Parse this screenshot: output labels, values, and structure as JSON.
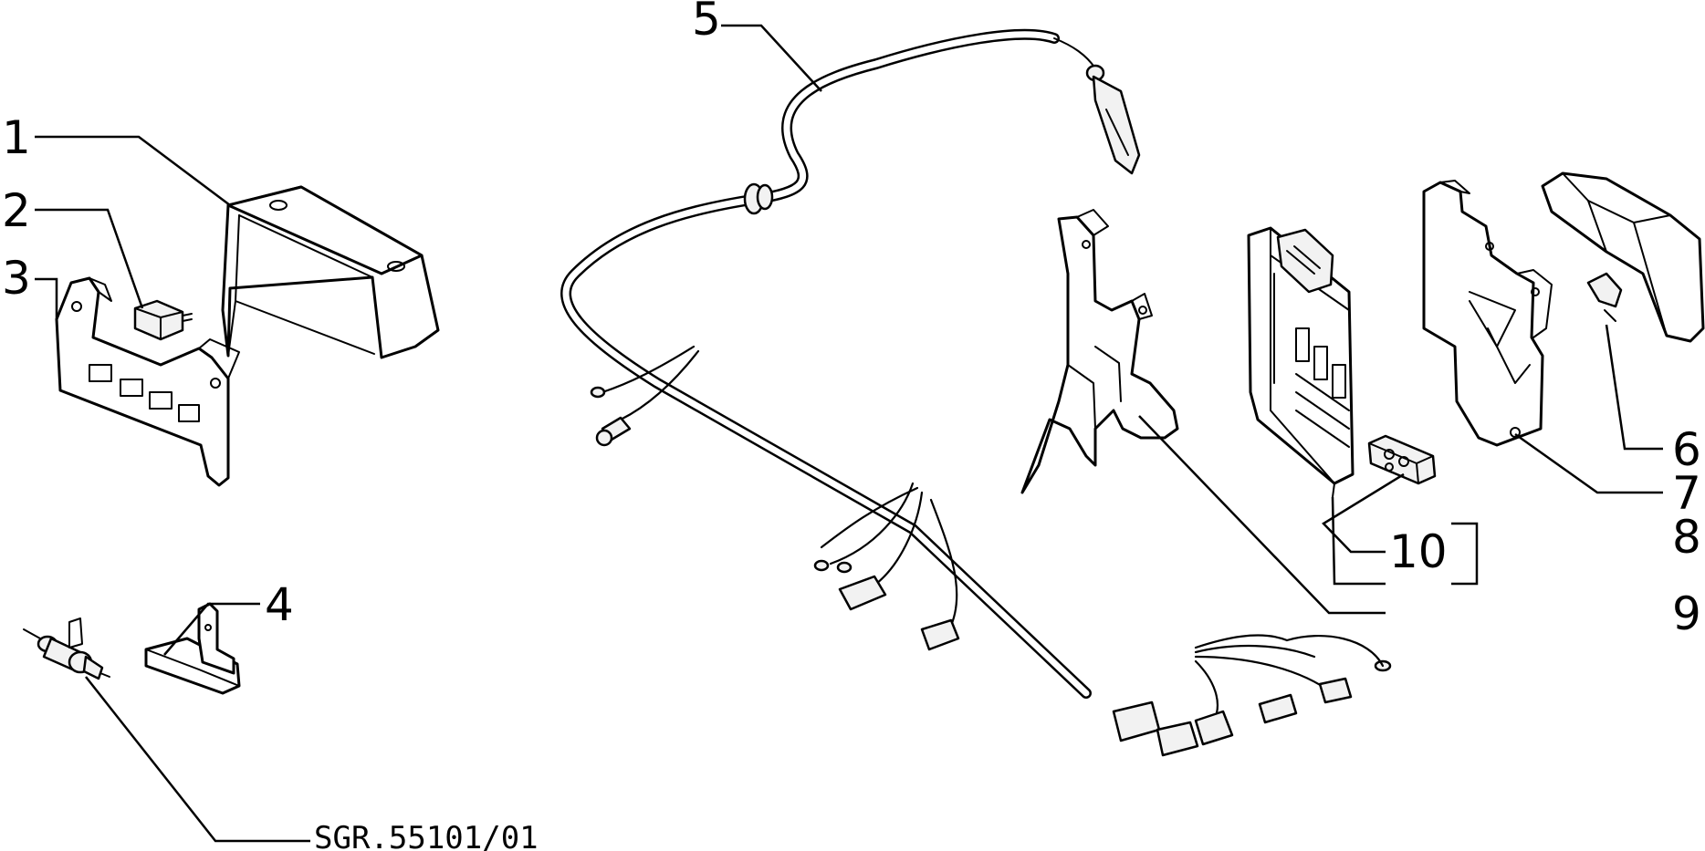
{
  "callouts": {
    "c1": "1",
    "c2": "2",
    "c3": "3",
    "c4": "4",
    "c5": "5",
    "c6": "6",
    "c7": "7",
    "c8": "8",
    "c9": "9",
    "c10": "10"
  },
  "reference_code": "SGR.55101/01"
}
